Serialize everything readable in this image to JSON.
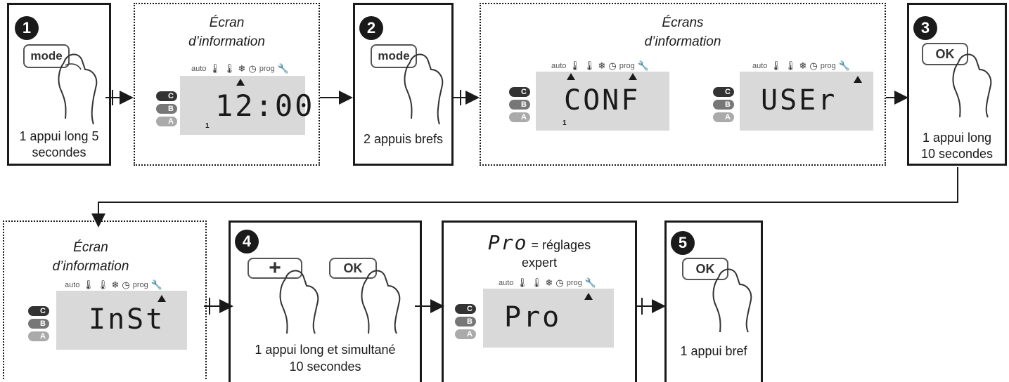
{
  "steps": {
    "s1": {
      "number": "1",
      "button": "mode",
      "caption": "1 appui long 5 secondes"
    },
    "s2": {
      "number": "2",
      "button": "mode",
      "caption": "2 appuis brefs"
    },
    "s3": {
      "number": "3",
      "button": "OK",
      "caption_l1": "1 appui long",
      "caption_l2": "10 secondes"
    },
    "s4": {
      "number": "4",
      "button1": "+",
      "button2": "OK",
      "caption_l1": "1 appui long et simultané",
      "caption_l2": "10 secondes"
    },
    "s5": {
      "number": "5",
      "button": "OK",
      "caption": "1 appui bref"
    }
  },
  "info1": {
    "title_l1": "Écran",
    "title_l2": "d’information",
    "display": "12:00",
    "sub": "1"
  },
  "info2": {
    "title_l1": "Écrans",
    "title_l2": "d’information",
    "display_a": "CONF",
    "display_a_sub": "1",
    "display_b": "USEr"
  },
  "info3": {
    "title_l1": "Écran",
    "title_l2": "d’information",
    "display": "InSt"
  },
  "pro": {
    "code": "Pro",
    "label": "= réglages",
    "label_l2": "expert",
    "display": "Pro"
  },
  "lcd_labels": {
    "auto": "auto",
    "prog": "prog",
    "c": "C",
    "b": "B",
    "a": "A",
    "comfort": "🌡",
    "eco": "🌡",
    "frost": "❄",
    "clock": "◷",
    "wrench": "🔧"
  },
  "colors": {
    "ink": "#1a1a1a",
    "screen": "#d9d9d9",
    "pill_c": "#333333",
    "pill_b": "#777777",
    "pill_a": "#aaaaaa"
  }
}
